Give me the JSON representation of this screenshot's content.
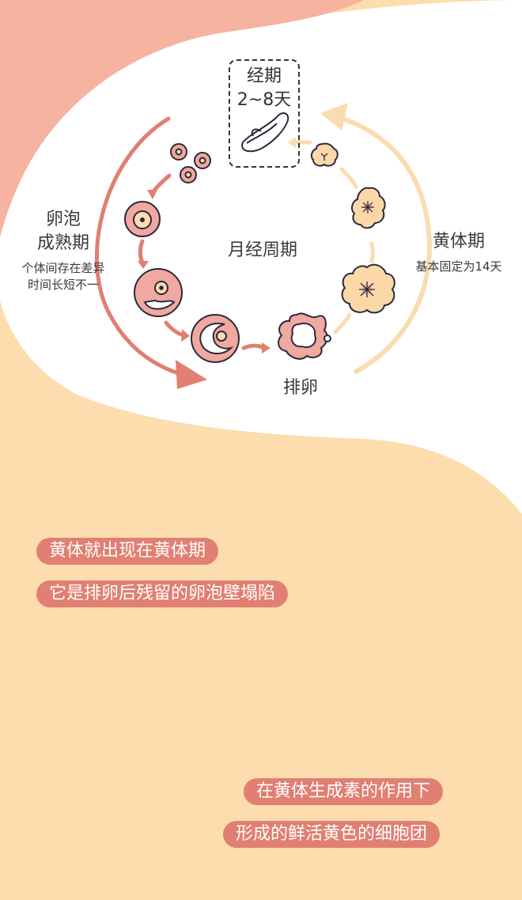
{
  "colors": {
    "pink_bg": "#f5b3a0",
    "peach_bg": "#fddcae",
    "white_bg": "#ffffff",
    "follicle_arrow": "#e07f72",
    "luteal_arrow": "#f9dcb0",
    "pill_bg": "#e07f72",
    "pill_text": "#ffffff",
    "text": "#3a3a3a"
  },
  "diagram": {
    "center_title": "月经周期",
    "menses": {
      "title": "经期",
      "duration": "2~8天",
      "icon": "sanitary-pad-icon"
    },
    "follicular_phase": {
      "title_line1": "卵泡",
      "title_line2": "成熟期",
      "note_line1": "个体间存在差异",
      "note_line2": "时间长短不一"
    },
    "luteal_phase": {
      "title": "黄体期",
      "note": "基本固定为14天"
    },
    "ovulation": {
      "title": "排卵"
    },
    "stages": [
      "primordial-follicles",
      "primary-follicle",
      "secondary-follicle",
      "mature-follicle",
      "ovulation",
      "corpus-luteum-large",
      "corpus-luteum-medium",
      "corpus-albicans"
    ]
  },
  "captions": {
    "group1": [
      "黄体就出现在黄体期",
      "它是排卵后残留的卵泡壁塌陷"
    ],
    "group2": [
      "在黄体生成素的作用下",
      "形成的鲜活黄色的细胞团"
    ]
  }
}
